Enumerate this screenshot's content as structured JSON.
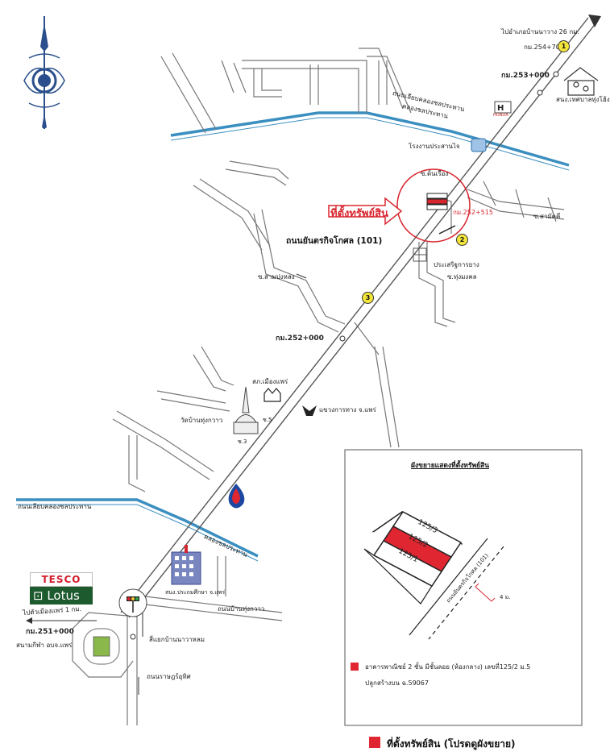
{
  "map": {
    "upper_right_note": "ไปอำเภอบ้านนาวาง 26 กม.",
    "km_254": "กม.254+700",
    "km_253": "กม.253+000",
    "km_252_515": "กม.252+515",
    "km_252": "กม.252+000",
    "km_251": "กม.251+000",
    "point_1": "1",
    "point_2": "2",
    "point_3": "3",
    "target_label": "ที่ตั้งทรัพย์สิน",
    "main_road": "ถนนยันตรกิจโกศล (101)",
    "canal_road_upper": "ถนนเลียบคลองชลประทาน",
    "canal_upper": "คลองชลประทาน",
    "canal_road_lower": "ถนนเลียบคลองชลประทาน",
    "canal_lower": "คลองชลประทาน",
    "municipality": "สนง.เทศบาลทุ่งโฮ้ง",
    "honda": "HONDA",
    "factory": "โรงงานประสานไจ",
    "soi_tonhong": "ซ.ต้นเรือง",
    "soi_right": "ซ.สามัคคี",
    "soi_sanpong": "ซ.สามปงหลง",
    "prasert": "ประเสริฐการยาง",
    "soi_tungmongkol": "ซ.ทุ่งมงคล",
    "sk_mueang": "สภ.เมืองแพร่",
    "wat": "วัดบ้านทุ่งกวาว",
    "soi_5": "ซ.5",
    "soi_3": "ซ.3",
    "highway_office": "แขวงการทาง จ.แพร่",
    "tesco_top": "TESCO",
    "tesco_bottom": "Lotus",
    "to_mueang": "ไปตัวเมืองแพร่ 1 กม.",
    "stadium": "สนามกีฬา อบจ.แพร่",
    "education_office": "สนง.ประถมศึกษา จ.แพร่",
    "road_banthungkwao": "ถนนบ้านทุ่งกวาว",
    "intersection": "สี่แยกบ้านนาวาหลม",
    "road_raj": "ถนนราษฎร์อุทิศ"
  },
  "inset": {
    "title": "ผังขยายแสดงที่ตั้งทรัพย์สิน",
    "lot_top": "125/3",
    "lot_mid": "125/2",
    "lot_bot": "125/1",
    "road_label": "ถนนยันตรกิจโกศล (101)",
    "distance": "4 ม.",
    "desc_line1": "อาคารพาณิชย์ 2 ชั้น มีชั้นลอย (ห้องกลาง) เลขที่125/2 ม.5",
    "desc_line2": "ปลูกสร้างบน ฉ.59067",
    "highlight_color": "#e02631"
  },
  "footer": {
    "note": "ที่ตั้งทรัพย์สิน (โปรดดูผังขยาย)"
  },
  "colors": {
    "canal": "#3b8fc0",
    "road": "#777777",
    "target": "#d8262f"
  }
}
